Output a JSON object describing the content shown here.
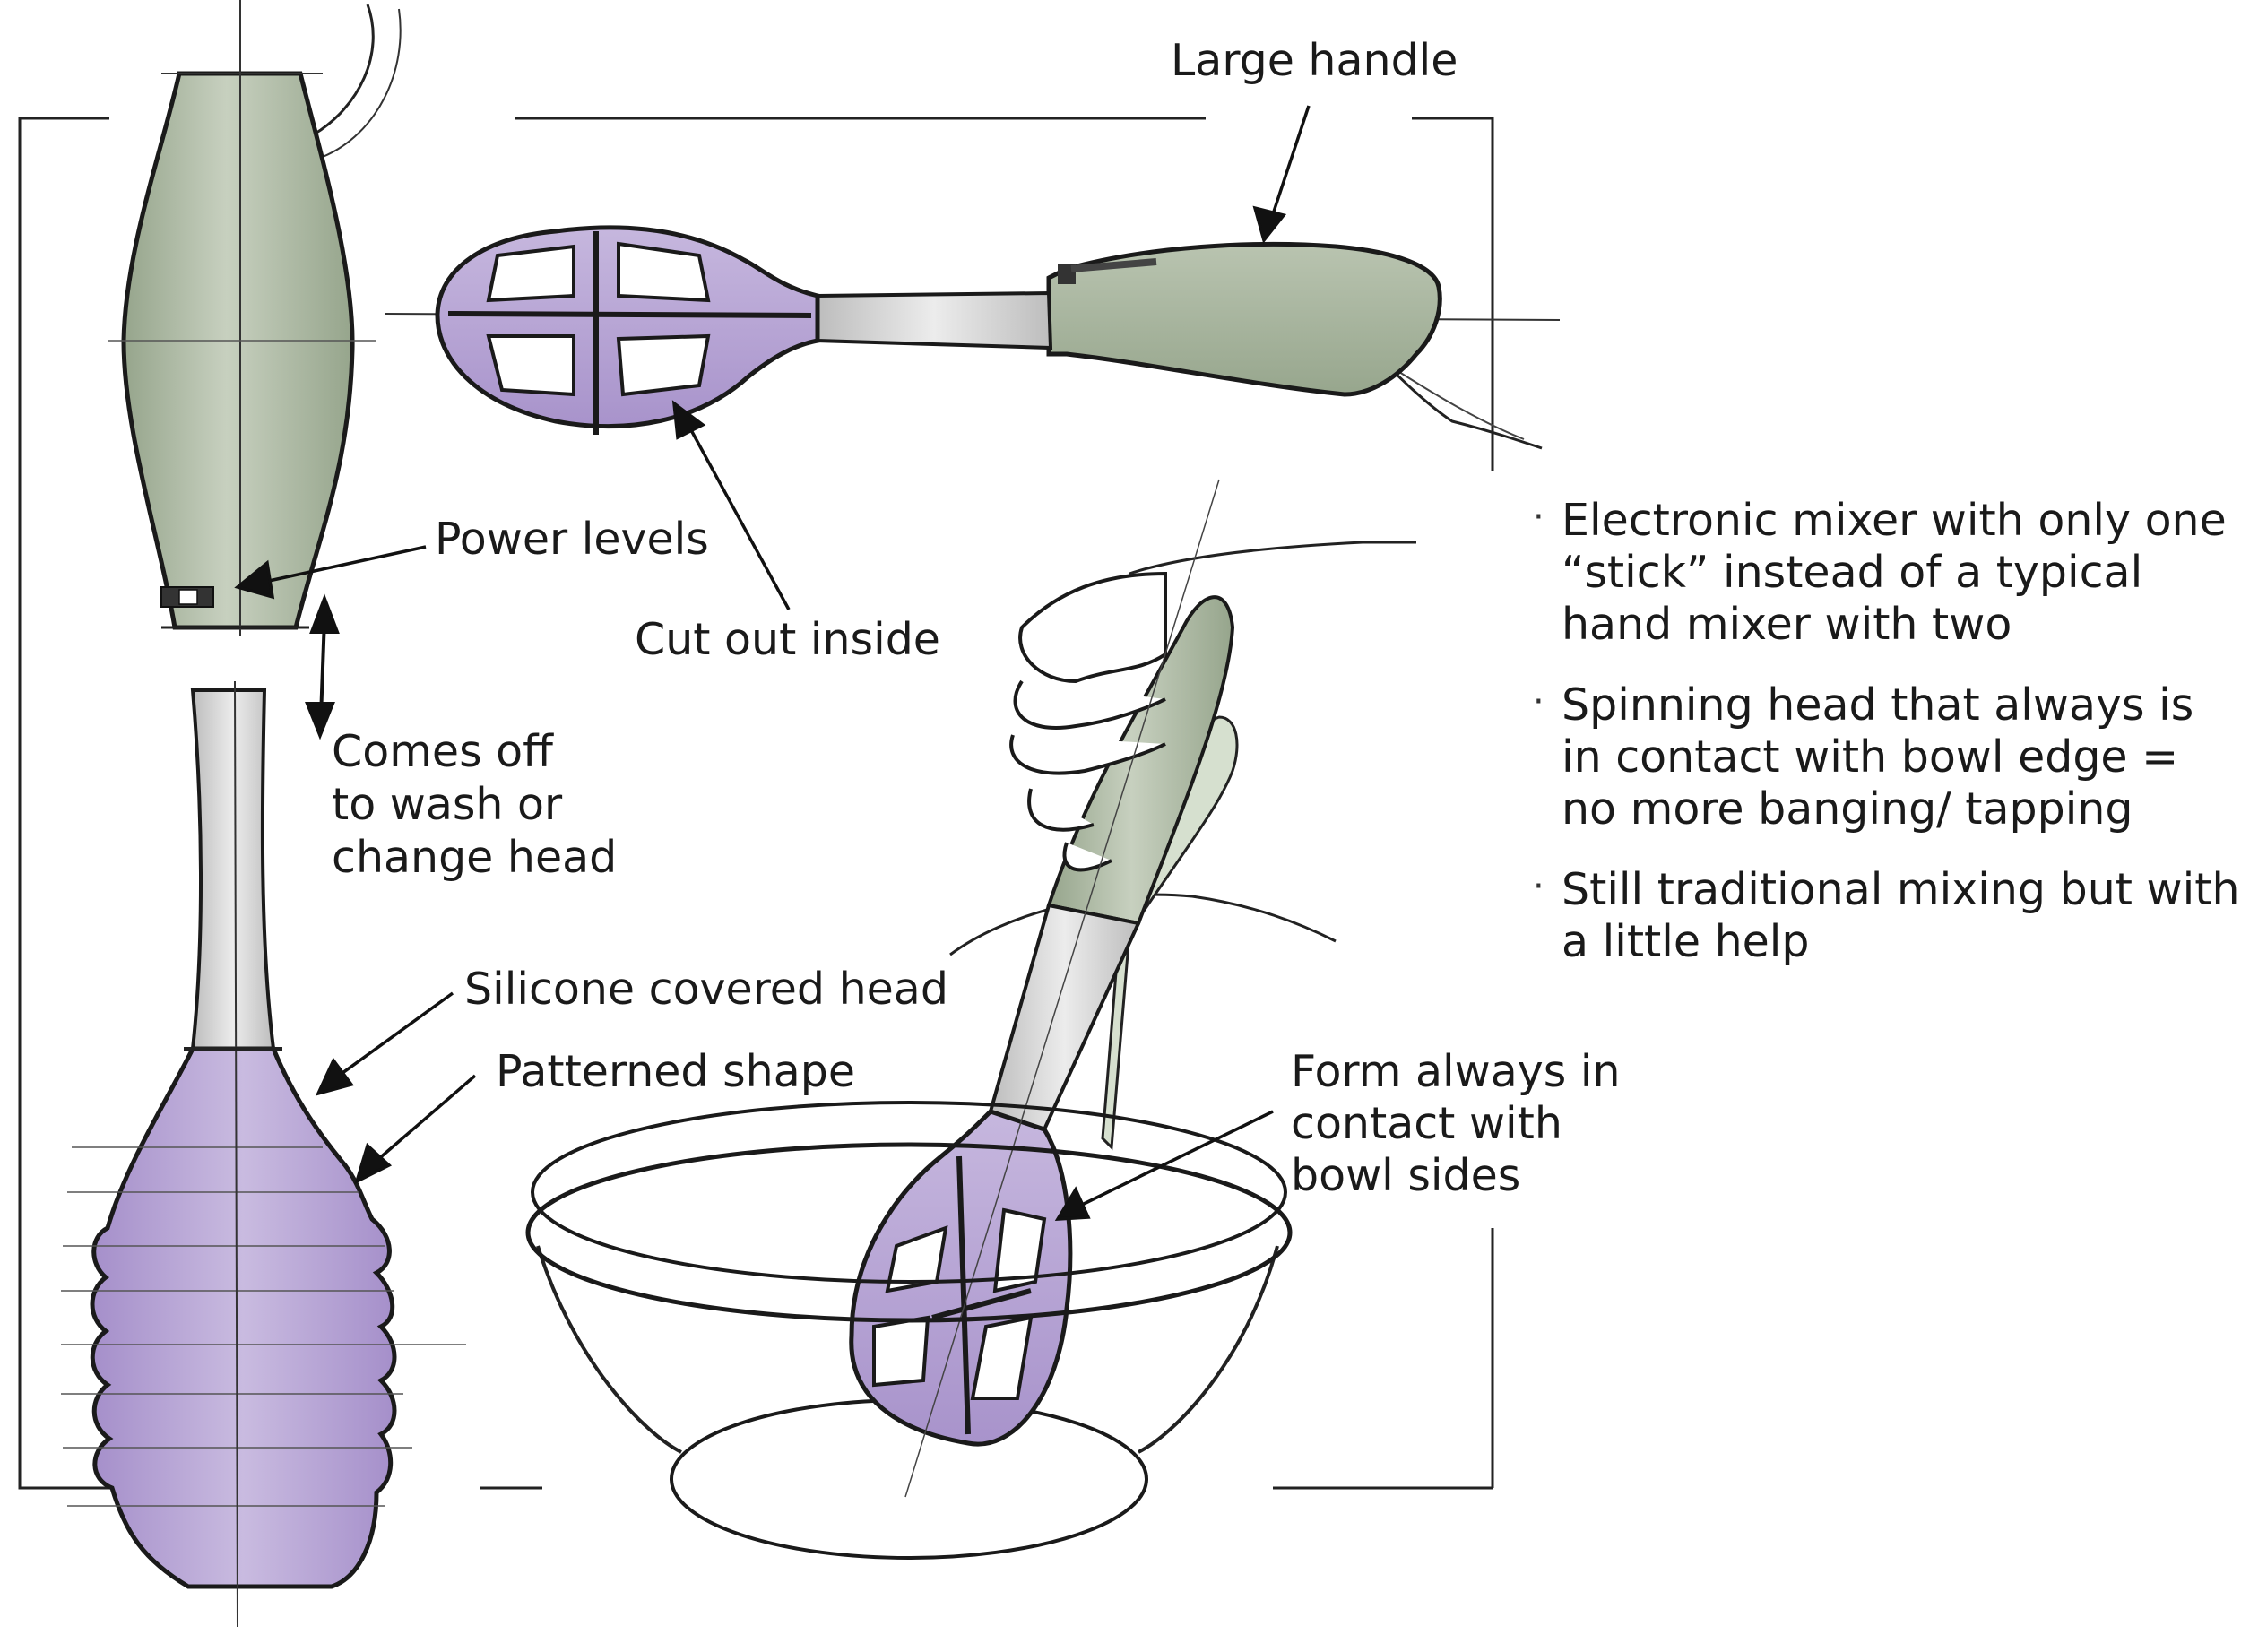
{
  "labels": {
    "large_handle": "Large handle",
    "power_levels": "Power levels",
    "cut_out_inside": "Cut out inside",
    "comes_off": [
      "Comes off",
      "to wash or",
      "change head"
    ],
    "silicone_head": "Silicone covered head",
    "patterned_shape": "Patterned shape",
    "form_contact": [
      "Form always in",
      "contact with",
      "bowl sides"
    ]
  },
  "bullets": [
    "Electronic mixer with only one “stick” instead of a typical hand mixer with two",
    "Spinning head that always is in contact with bowl edge = no more banging/ tapping",
    "Still traditional mixing but with a little help"
  ],
  "colors": {
    "handle_green": "#a8b59e",
    "head_purple": "#b6a3d2",
    "head_purple_dark": "#9a83c0",
    "stem_grey": "#d4d4d4",
    "outline": "#1a1a1a"
  }
}
